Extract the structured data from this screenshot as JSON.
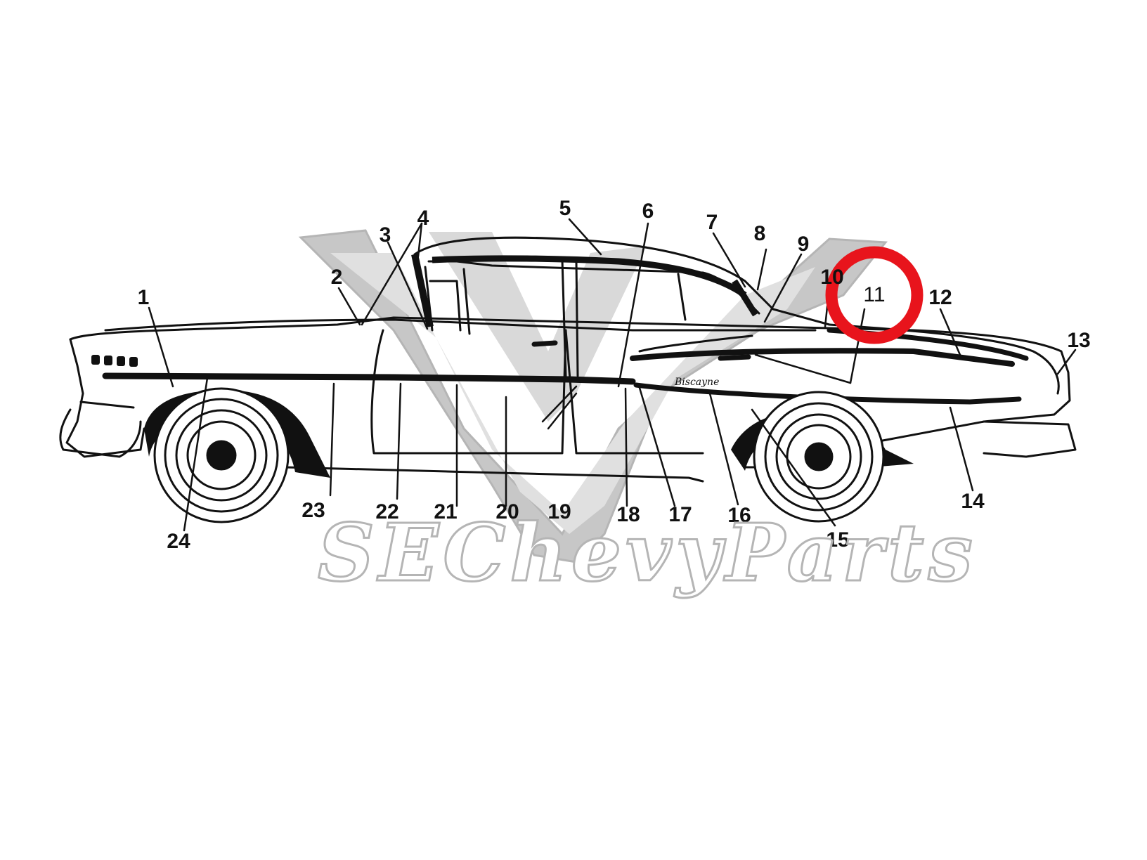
{
  "watermark": {
    "brand": "SEChevyParts"
  },
  "car": {
    "script_badge": "Biscayne"
  },
  "highlight": {
    "target": "11",
    "color": "#e8141c"
  },
  "callouts": [
    {
      "id": "c1",
      "label": "1"
    },
    {
      "id": "c2",
      "label": "2"
    },
    {
      "id": "c3",
      "label": "3"
    },
    {
      "id": "c4",
      "label": "4"
    },
    {
      "id": "c5",
      "label": "5"
    },
    {
      "id": "c6",
      "label": "6"
    },
    {
      "id": "c7",
      "label": "7"
    },
    {
      "id": "c8",
      "label": "8"
    },
    {
      "id": "c9",
      "label": "9"
    },
    {
      "id": "c10",
      "label": "10"
    },
    {
      "id": "c11",
      "label": "11"
    },
    {
      "id": "c12",
      "label": "12"
    },
    {
      "id": "c13",
      "label": "13"
    },
    {
      "id": "c14",
      "label": "14"
    },
    {
      "id": "c15",
      "label": "15"
    },
    {
      "id": "c16",
      "label": "16"
    },
    {
      "id": "c17",
      "label": "17"
    },
    {
      "id": "c18",
      "label": "18"
    },
    {
      "id": "c19",
      "label": "19"
    },
    {
      "id": "c20",
      "label": "20"
    },
    {
      "id": "c21",
      "label": "21"
    },
    {
      "id": "c22",
      "label": "22"
    },
    {
      "id": "c23",
      "label": "23"
    },
    {
      "id": "c24",
      "label": "24"
    }
  ]
}
